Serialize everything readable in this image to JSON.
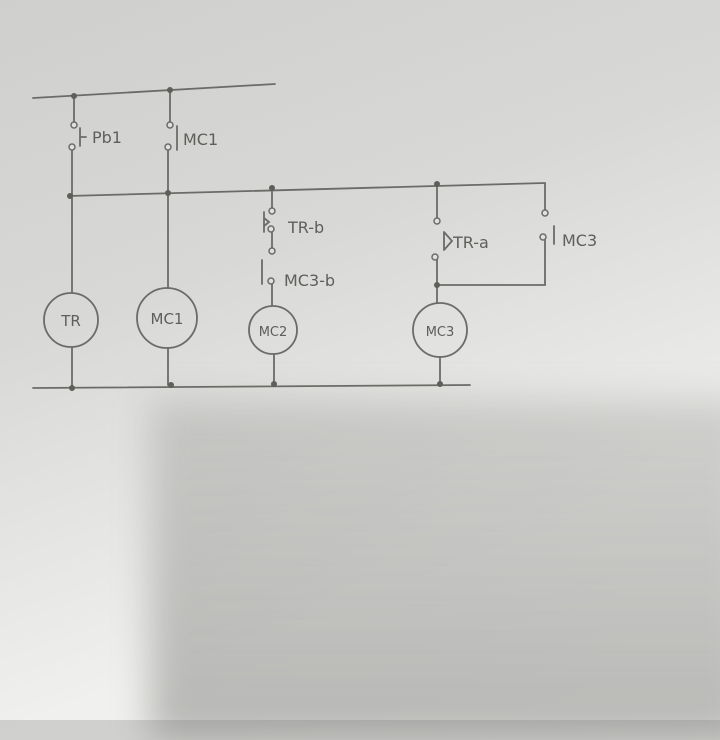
{
  "diagram": {
    "type": "ladder-diagram",
    "contacts": {
      "pb1": "Pb1",
      "mc1": "MC1",
      "tr_b": "TR-b",
      "mc3_b": "MC3-b",
      "tr_a": "TR-a",
      "mc3": "MC3"
    },
    "coils": {
      "tr": "TR",
      "mc1": "MC1",
      "mc2": "MC2",
      "mc3": "MC3"
    }
  }
}
